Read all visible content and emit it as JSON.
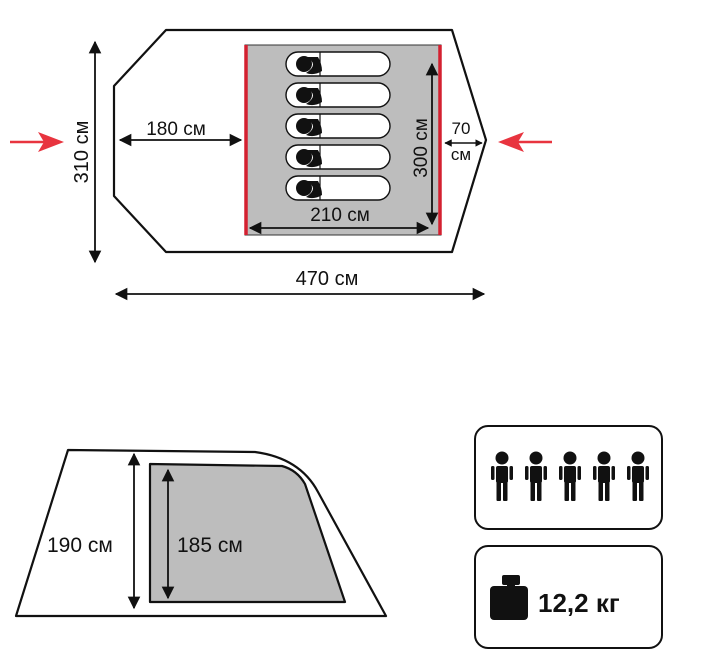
{
  "floor_plan": {
    "total_width": "310 см",
    "vestibule_depth": "180 см",
    "inner_length": "300 см",
    "inner_width": "210 см",
    "rear_vestibule": "70",
    "rear_vestibule_unit": "см",
    "total_length": "470 см",
    "sleeping_places": 5
  },
  "side_view": {
    "outer_height": "190 см",
    "inner_height": "185 см"
  },
  "capacity": {
    "persons": 5,
    "icon": "person-icon"
  },
  "weight": {
    "value": "12,2 кг",
    "icon": "weight-icon"
  },
  "colors": {
    "inner_fill": "#bdbdbd",
    "door_red": "#d42030",
    "arrow_red": "#e8343f",
    "outline": "#111111"
  }
}
